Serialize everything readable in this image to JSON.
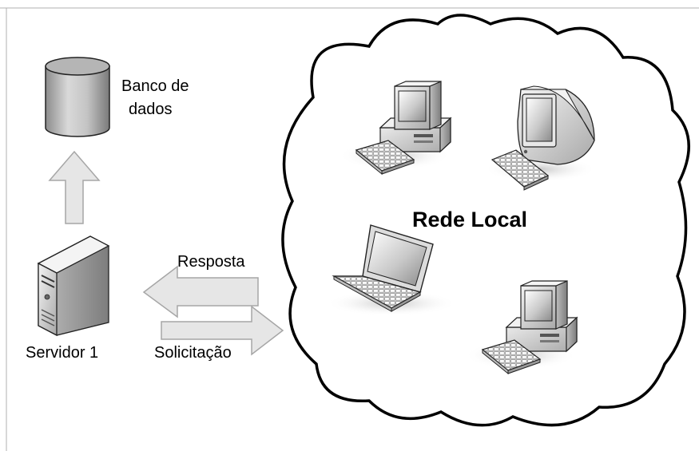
{
  "labels": {
    "database_line1": "Banco de",
    "database_line2": "dados",
    "server": "Servidor 1",
    "response": "Resposta",
    "request": "Solicitação",
    "network": "Rede Local"
  },
  "colors": {
    "arrow_fill": "#e6e6e6",
    "arrow_stroke": "#a6a6a6",
    "cloud_stroke": "#000000",
    "frame_line": "#b0b0b0"
  },
  "icons": {
    "database": "database-cylinder-icon",
    "server": "server-tower-icon",
    "desktops": [
      "desktop-computer-icon",
      "crt-monitor-computer-icon",
      "desktop-computer-icon"
    ],
    "laptop": "laptop-icon"
  }
}
